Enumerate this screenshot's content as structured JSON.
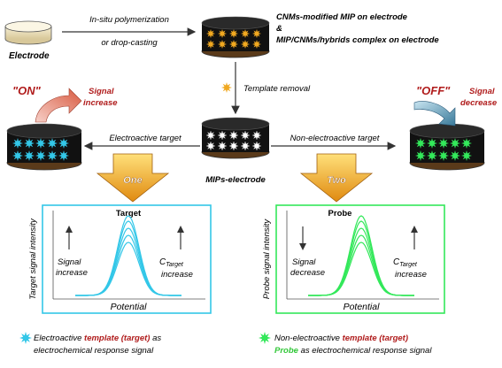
{
  "top": {
    "electrode_label": "Electrode",
    "arrow_line1": "In-situ polymerization",
    "arrow_line2": "or drop-casting",
    "mip_line1": "CNMs-modified MIP on electrode",
    "mip_line2": "&",
    "mip_line3": "MIP/CNMs/hybrids complex on electrode",
    "template_removal": "Template removal"
  },
  "center": {
    "label": "MIPs-electrode"
  },
  "left_branch": {
    "state": "\"ON\"",
    "signal_line1": "Signal",
    "signal_line2": "increase",
    "arrow_label": "Electroactive target",
    "path_label": "One",
    "color": "#33c7e8"
  },
  "right_branch": {
    "state": "\"OFF\"",
    "signal_line1": "Signal",
    "signal_line2": "decrease",
    "arrow_label": "Non-electroactive target",
    "path_label": "Two",
    "color": "#33e85a"
  },
  "plot_left": {
    "title": "Target",
    "ylabel": "Target signal intensity",
    "xlabel": "Potential",
    "left_text1": "Signal",
    "left_text2": "increase",
    "c_main": "C",
    "c_sub": "Target",
    "right_text2": "increase"
  },
  "plot_right": {
    "title": "Probe",
    "ylabel": "Probe signal intensity",
    "xlabel": "Potential",
    "left_text1": "Signal",
    "left_text2": "decrease",
    "c_main": "C",
    "c_sub": "Target",
    "right_text2": "increase"
  },
  "legend_left": {
    "line1_a": "Electroactive ",
    "line1_b": "template (target)",
    "line1_c": " as",
    "line2": "electrochemical response signal"
  },
  "legend_right": {
    "line1_a": "Non-electroactive ",
    "line1_b": "template (target)",
    "line2_a": "Probe",
    "line2_b": " as electrochemical response signal"
  },
  "colors": {
    "red_text": "#b01c1c",
    "cyan": "#33c7e8",
    "green": "#33e85a",
    "gold": "#f0a820",
    "orange_arrow": "#f4a326"
  }
}
